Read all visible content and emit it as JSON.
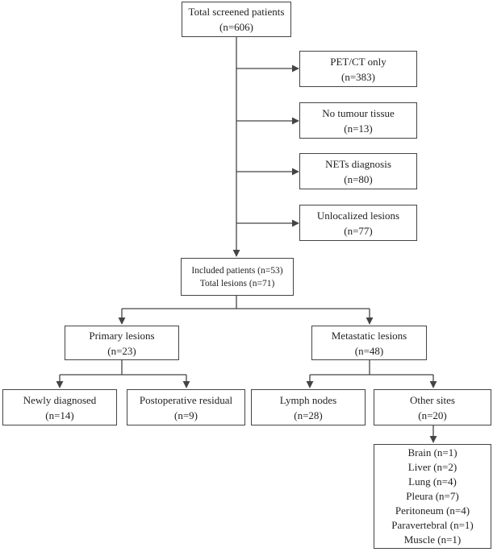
{
  "colors": {
    "line": "#444444",
    "text": "#222222",
    "background": "#ffffff"
  },
  "nodes": {
    "screened": {
      "label": "Total screened patients",
      "count": "(n=606)"
    },
    "petct": {
      "label": "PET/CT only",
      "count": "(n=383)"
    },
    "no_tissue": {
      "label": "No tumour tissue",
      "count": "(n=13)"
    },
    "nets": {
      "label": "NETs diagnosis",
      "count": "(n=80)"
    },
    "unlocalized": {
      "label": "Unlocalized lesions",
      "count": "(n=77)"
    },
    "included": {
      "line1": "Included patients (n=53)",
      "line2": "Total lesions (n=71)"
    },
    "primary": {
      "label": "Primary lesions",
      "count": "(n=23)"
    },
    "metastatic": {
      "label": "Metastatic lesions",
      "count": "(n=48)"
    },
    "newly": {
      "label": "Newly diagnosed",
      "count": "(n=14)"
    },
    "postop": {
      "label": "Postoperative residual",
      "count": "(n=9)"
    },
    "lymph": {
      "label": "Lymph nodes",
      "count": "(n=28)"
    },
    "other": {
      "label": "Other sites",
      "count": "(n=20)"
    },
    "sites": [
      "Brain (n=1)",
      "Liver (n=2)",
      "Lung (n=4)",
      "Pleura (n=7)",
      "Peritoneum (n=4)",
      "Paravertebral (n=1)",
      "Muscle (n=1)"
    ]
  }
}
